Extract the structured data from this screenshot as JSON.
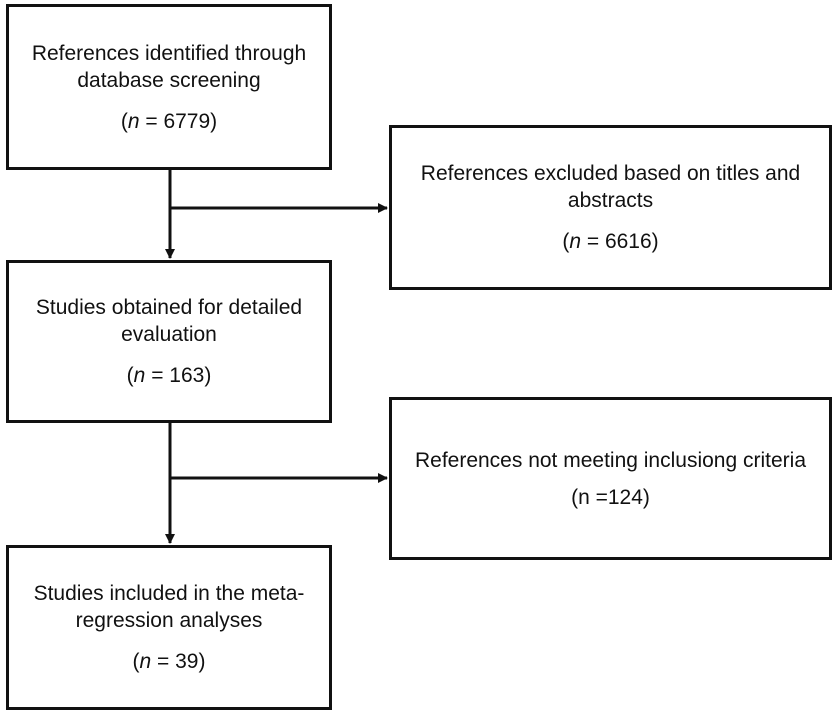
{
  "boxes": [
    {
      "title": "References identified through database screening",
      "n_prefix": "(",
      "n_var": "n",
      "n_suffix": " = 6779)"
    },
    {
      "title": "References excluded based on titles and abstracts",
      "n_prefix": "(",
      "n_var": "n",
      "n_suffix": " = 6616)"
    },
    {
      "title": "Studies obtained for detailed evaluation",
      "n_prefix": "(",
      "n_var": "n",
      "n_suffix": " = 163)"
    },
    {
      "title": "References not meeting inclusiong criteria",
      "n_text": "(n =124)"
    },
    {
      "title": "Studies included in the meta-regression analyses",
      "n_prefix": "(",
      "n_var": "n",
      "n_suffix": " = 39)"
    }
  ],
  "colors": {
    "line": "#111111",
    "background": "#ffffff"
  }
}
